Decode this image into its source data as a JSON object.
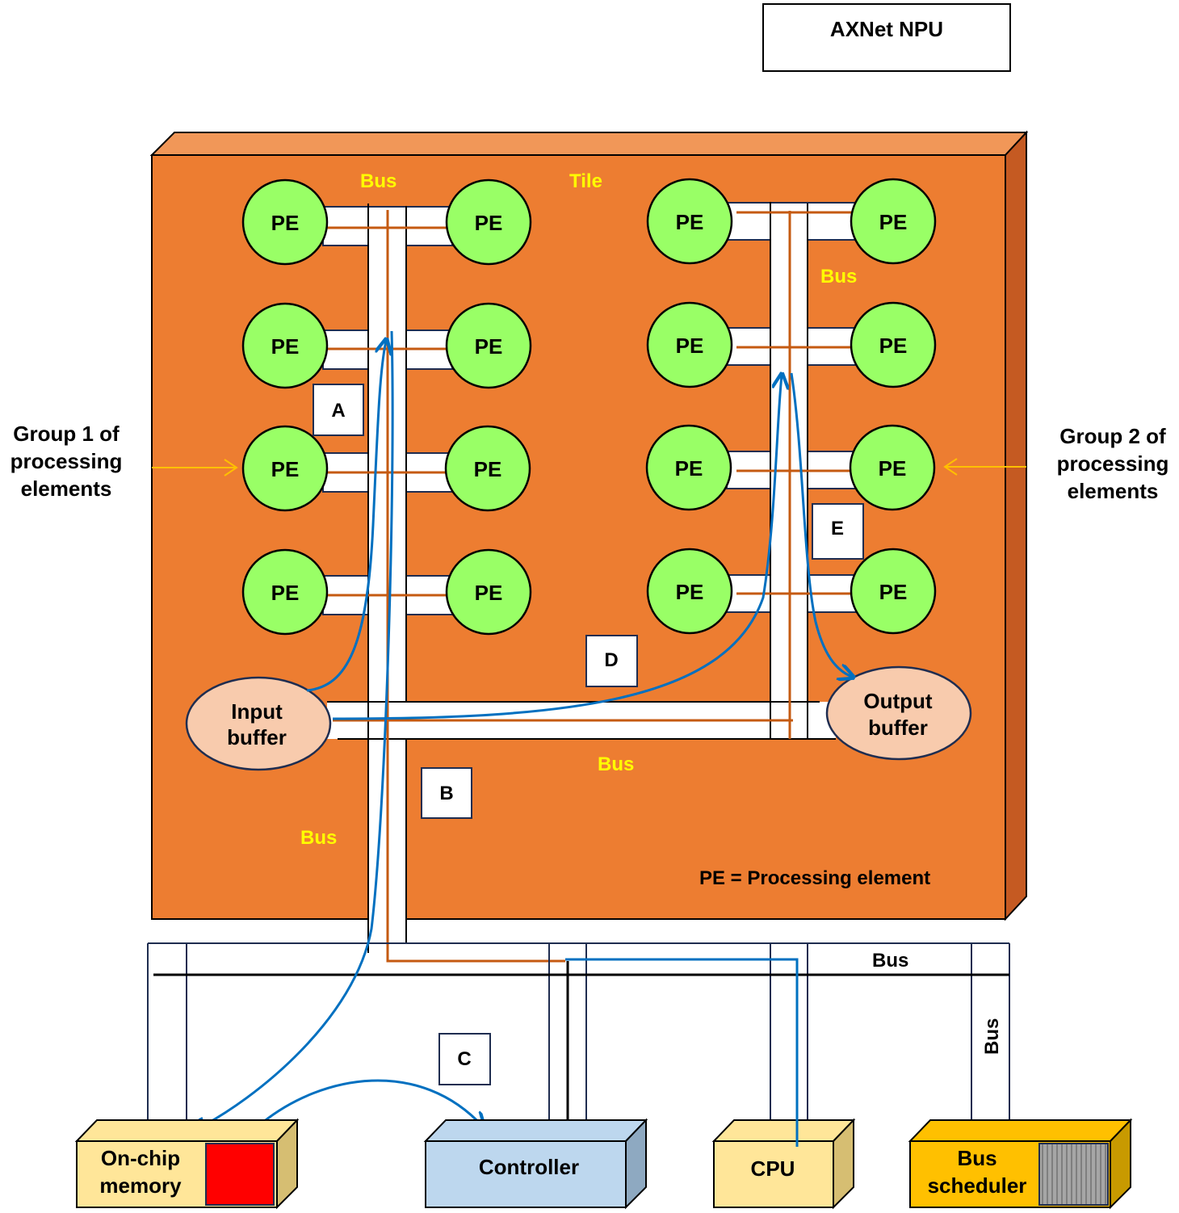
{
  "title": "AXNet NPU",
  "tile_label": "Tile",
  "legend": "PE = Processing element",
  "pe_label": "PE",
  "group1_label": [
    "Group 1 of",
    "processing",
    "elements"
  ],
  "group2_label": [
    "Group 2 of",
    "processing",
    "elements"
  ],
  "bus_label": "Bus",
  "input_buffer": [
    "Input",
    "buffer"
  ],
  "output_buffer": [
    "Output",
    "buffer"
  ],
  "markers": [
    "A",
    "B",
    "C",
    "D",
    "E"
  ],
  "components": {
    "memory": [
      "On-chip",
      "memory"
    ],
    "controller": "Controller",
    "cpu": "CPU",
    "scheduler": [
      "Bus",
      "scheduler"
    ]
  },
  "colors": {
    "tile_front": "#ED7D31",
    "tile_top": "#F19758",
    "tile_side": "#C55A22",
    "pe_fill": "#99FF66",
    "buffer_fill": "#F8CBAD",
    "bus_label": "#FFFF00",
    "wire_orange": "#C55A11",
    "flow_blue": "#0070C0",
    "memory_fill": "#FFE699",
    "memory_block": "#FF0000",
    "controller_fill": "#BDD7EE",
    "cpu_fill": "#FFE699",
    "scheduler_fill": "#FFC000"
  }
}
